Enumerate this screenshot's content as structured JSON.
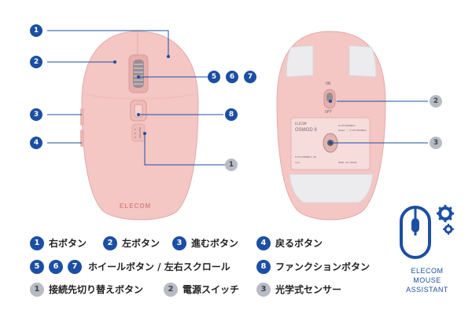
{
  "colors": {
    "callout_blue": "#1b4fa3",
    "callout_gray": "#b7bcc4",
    "mouse_pink": "#f4c6c4",
    "mouse_pink_dark": "#e8b0ae",
    "feet_gray": "#e9e9ec",
    "logo_pink": "#d9847c"
  },
  "top_mouse": {
    "brand_logo": "ELECOM"
  },
  "bottom_mouse": {
    "switch_on": "ON",
    "switch_off": "OFF",
    "label_brand": "ELECOM",
    "label_model": "OSMOD 8",
    "label_line1": "M-MYY000MBCS",
    "label_line2": "Model : M-MYY000MBCS",
    "label_line3": "M-MYY000MBCS PK",
    "label_line4": "S/N",
    "label_line5": "MADE IN CHINA"
  },
  "callouts_top": {
    "c1": "1",
    "c2": "2",
    "c3": "3",
    "c4": "4",
    "c5": "5",
    "c6": "6",
    "c7": "7",
    "c8": "8",
    "c1g": "1"
  },
  "callouts_bottom": {
    "c2g": "2",
    "c3g": "3"
  },
  "legend": [
    {
      "badges": [
        "1"
      ],
      "style": "blue",
      "text": "右ボタン"
    },
    {
      "badges": [
        "2"
      ],
      "style": "blue",
      "text": "左ボタン"
    },
    {
      "badges": [
        "3"
      ],
      "style": "blue",
      "text": "進むボタン"
    },
    {
      "badges": [
        "4"
      ],
      "style": "blue",
      "text": "戻るボタン"
    },
    {
      "badges": [
        "5",
        "6",
        "7"
      ],
      "style": "blue",
      "text": "ホイールボタン / 左右スクロール"
    },
    {
      "badges": [
        "8"
      ],
      "style": "blue",
      "text": "ファンクションボタン"
    },
    {
      "badges": [
        "1"
      ],
      "style": "gray",
      "text": "接続先切り替えボタン"
    },
    {
      "badges": [
        "2"
      ],
      "style": "gray",
      "text": "電源スイッチ"
    },
    {
      "badges": [
        "3"
      ],
      "style": "gray",
      "text": "光学式センサー"
    }
  ],
  "assistant": {
    "icon": "mouse-gear-icon",
    "line1": "ELECOM",
    "line2": "MOUSE",
    "line3": "ASSISTANT"
  }
}
